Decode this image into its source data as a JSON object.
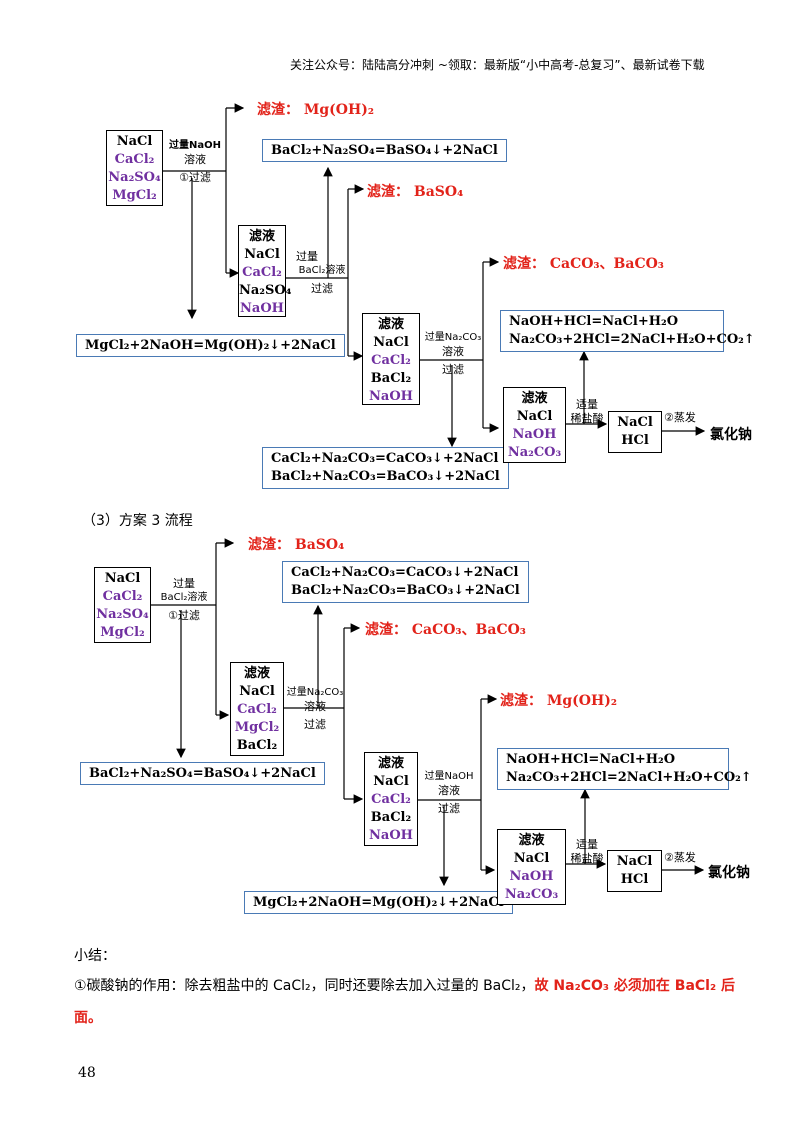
{
  "header": {
    "text": "关注公众号：陆陆高分冲刺  ~领取：最新版“小中高考-总复习”、最新试卷下载"
  },
  "scheme2": {
    "start_box": [
      "NaCl",
      "CaCl₂",
      "Na₂SO₄",
      "MgCl₂"
    ],
    "step1_reagent": "过量NaOH",
    "step1_reagent2": "溶液",
    "step1_action": "①过滤",
    "residue1": "滤渣：  Mg(OH)₂",
    "eq1": "MgCl₂+2NaOH=Mg(OH)₂↓+2NaCl",
    "filtrate1_title": "滤液",
    "filtrate1": [
      "NaCl",
      "CaCl₂",
      "Na₂SO₄",
      "NaOH"
    ],
    "step2_reagent": "过量",
    "step2_reagent2": "BaCl₂溶液",
    "step2_action": "过滤",
    "residue2": "滤渣：  BaSO₄",
    "eq2": "BaCl₂+Na₂SO₄=BaSO₄↓+2NaCl",
    "filtrate2_title": "滤液",
    "filtrate2": [
      "NaCl",
      "CaCl₂",
      "BaCl₂",
      "NaOH"
    ],
    "step3_reagent": "过量Na₂CO₃",
    "step3_reagent2": "溶液",
    "step3_action": "过滤",
    "residue3": "滤渣：  CaCO₃、BaCO₃",
    "eq3a": "CaCl₂+Na₂CO₃=CaCO₃↓+2NaCl",
    "eq3b": "BaCl₂+Na₂CO₃=BaCO₃↓+2NaCl",
    "filtrate3_title": "滤液",
    "filtrate3": [
      "NaCl",
      "NaOH",
      "Na₂CO₃"
    ],
    "step4_reagent": "适量",
    "step4_reagent2": "稀盐酸",
    "eq4a": "NaOH+HCl=NaCl+H₂O",
    "eq4b": "Na₂CO₃+2HCl=2NaCl+H₂O+CO₂↑",
    "final_box": [
      "NaCl",
      "HCl"
    ],
    "step5": "②蒸发",
    "product": "氯化钠"
  },
  "section_title": "（3）方案 3 流程",
  "scheme3": {
    "start_box": [
      "NaCl",
      "CaCl₂",
      "Na₂SO₄",
      "MgCl₂"
    ],
    "step1_reagent": "过量",
    "step1_reagent2": "BaCl₂溶液",
    "step1_action": "①过滤",
    "residue1": "滤渣：  BaSO₄",
    "eq1": "BaCl₂+Na₂SO₄=BaSO₄↓+2NaCl",
    "filtrate1_title": "滤液",
    "filtrate1": [
      "NaCl",
      "CaCl₂",
      "MgCl₂",
      "BaCl₂"
    ],
    "step2_reagent": "过量Na₂CO₃",
    "step2_reagent2": "溶液",
    "step2_action": "过滤",
    "residue2": "滤渣：  CaCO₃、BaCO₃",
    "eq2a": "CaCl₂+Na₂CO₃=CaCO₃↓+2NaCl",
    "eq2b": "BaCl₂+Na₂CO₃=BaCO₃↓+2NaCl",
    "filtrate2_title": "滤液",
    "filtrate2": [
      "NaCl",
      "CaCl₂",
      "BaCl₂",
      "NaOH"
    ],
    "step3_reagent": "过量NaOH",
    "step3_reagent2": "溶液",
    "step3_action": "过滤",
    "residue3": "滤渣：  Mg(OH)₂",
    "eq3": "MgCl₂+2NaOH=Mg(OH)₂↓+2NaCl",
    "filtrate3_title": "滤液",
    "filtrate3": [
      "NaCl",
      "NaOH",
      "Na₂CO₃"
    ],
    "step4_reagent": "适量",
    "step4_reagent2": "稀盐酸",
    "eq4a": "NaOH+HCl=NaCl+H₂O",
    "eq4b": "Na₂CO₃+2HCl=2NaCl+H₂O+CO₂↑",
    "final_box": [
      "NaCl",
      "HCl"
    ],
    "step5": "②蒸发",
    "product": "氯化钠"
  },
  "summary": {
    "label": "小结：",
    "line1_plain": "①碳酸钠的作用：除去粗盐中的 CaCl₂，同时还要除去加入过量的 BaCl₂，",
    "line1_red": "故 Na₂CO₃ 必须加在 BaCl₂ 后",
    "line2_red": "面。"
  },
  "page_number": "48",
  "colors": {
    "purple": "#7030a0",
    "red": "#e2231a",
    "eq_border": "#4a7ab5"
  }
}
